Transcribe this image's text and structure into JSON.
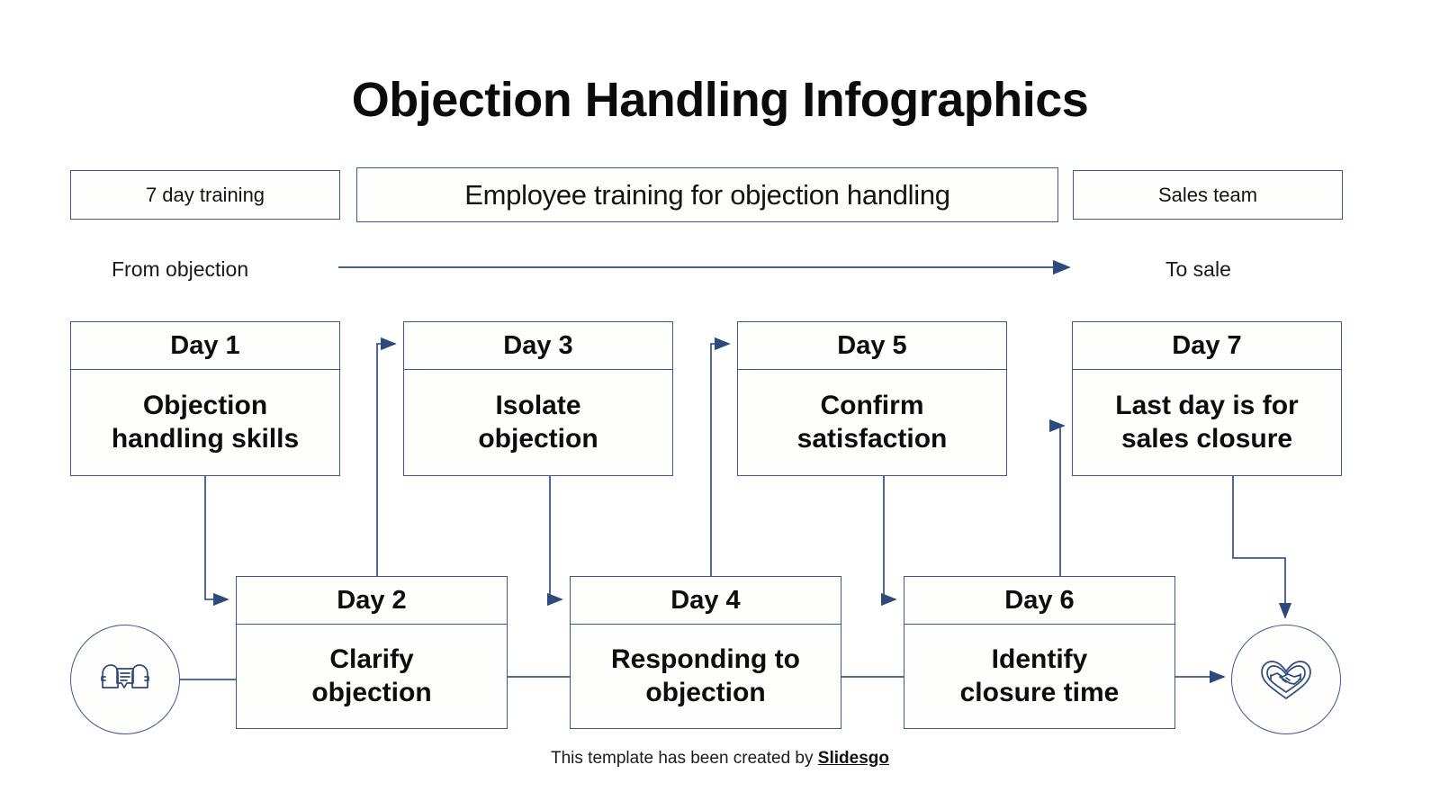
{
  "title": "Objection Handling Infographics",
  "header_chips": {
    "duration": "7 day training",
    "main": "Employee training for objection handling",
    "audience": "Sales team"
  },
  "flow_axis": {
    "start_label": "From objection",
    "end_label": "To sale",
    "arrow_icon": "right-arrow-icon"
  },
  "nodes": {
    "start_circle_icon": "two-people-talking-icon",
    "end_circle_icon": "handshake-heart-icon"
  },
  "steps": [
    {
      "day": "Day 1",
      "text": "Objection\nhandling skills"
    },
    {
      "day": "Day 2",
      "text": "Clarify\nobjection"
    },
    {
      "day": "Day 3",
      "text": "Isolate\nobjection"
    },
    {
      "day": "Day 4",
      "text": "Responding to\nobjection"
    },
    {
      "day": "Day 5",
      "text": "Confirm\nsatisfaction"
    },
    {
      "day": "Day 6",
      "text": "Identify\nclosure time"
    },
    {
      "day": "Day 7",
      "text": "Last day is for\nsales closure"
    }
  ],
  "footer": {
    "text": "This template has been created by ",
    "brand": "Slidesgo"
  },
  "colors": {
    "line": "#3a5a8c",
    "arrow": "#2e4a7a",
    "text": "#111111",
    "background": "#ffffff",
    "card_fill": "#fefefd"
  }
}
